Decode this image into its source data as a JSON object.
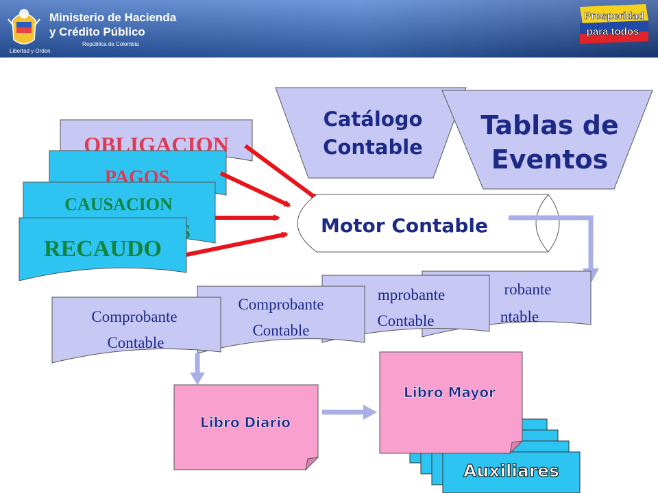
{
  "header": {
    "ministry_line1": "Ministerio de Hacienda",
    "ministry_line2": "y Crédito Público",
    "republic": "República de Colombia",
    "motto": "Libertad y Orden",
    "slogan_line1": "Prosperidad",
    "slogan_line2": "para todos"
  },
  "inputs": {
    "obligacion": "OBLIGACION",
    "pagos": "PAGOS",
    "causacion": "CAUSACION",
    "causacion_partial": "S",
    "recaudo": "RECAUDO"
  },
  "catalog": {
    "line1": "Catálogo",
    "line2": "Contable"
  },
  "events": {
    "line1": "Tablas de",
    "line2": "Eventos"
  },
  "engine": {
    "label": "Motor Contable"
  },
  "vouchers": {
    "v4_line1": "robante",
    "v4_line2": "ntable",
    "v3_line1": "mprobante",
    "v3_line2": "Contable",
    "v2_line1": "Comprobante",
    "v2_line2": "Contable",
    "v1_line1": "Comprobante",
    "v1_line2": "Contable"
  },
  "books": {
    "diario": "Libro Diario",
    "mayor": "Libro Mayor",
    "auxiliares": "Auxiliares"
  },
  "colors": {
    "header_blue": "#1f4a9c",
    "lavender": "#c8c8f5",
    "pink": "#f9a0cf",
    "cyan": "#2ec4f2",
    "red_arrow": "#e8141b",
    "lilac_arrow": "#a8aee6",
    "title_blue": "#1c2a86",
    "serif_red": "#dd3a55",
    "serif_green": "#12833a"
  }
}
